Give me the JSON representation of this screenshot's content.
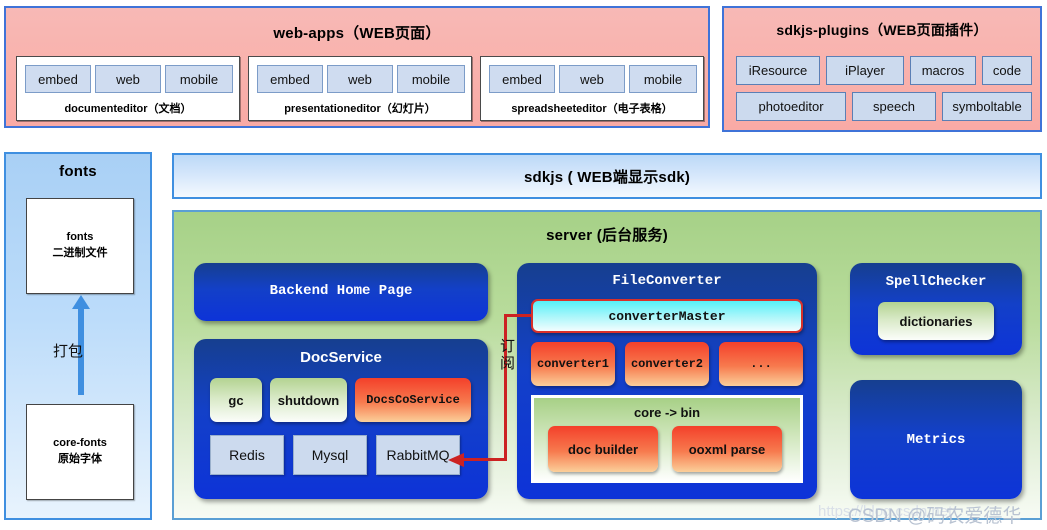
{
  "webapps": {
    "title": "web-apps（WEB页面）",
    "groups": [
      {
        "label": "documenteditor（文档）",
        "chips": [
          "embed",
          "web",
          "mobile"
        ]
      },
      {
        "label": "presentationeditor（幻灯片）",
        "chips": [
          "embed",
          "web",
          "mobile"
        ]
      },
      {
        "label": "spreadsheeteditor（电子表格）",
        "chips": [
          "embed",
          "web",
          "mobile"
        ]
      }
    ]
  },
  "plugins": {
    "title": "sdkjs-plugins（WEB页面插件）",
    "row1": [
      "iResource",
      "iPlayer",
      "macros",
      "code"
    ],
    "row2": [
      "photoeditor",
      "speech",
      "symboltable"
    ]
  },
  "fonts": {
    "title": "fonts",
    "top_box": {
      "line1": "fonts",
      "line2": "二进制文件"
    },
    "arrow_label": "打包",
    "bottom_box": {
      "line1": "core-fonts",
      "line2": "原始字体"
    }
  },
  "sdkjs": {
    "title": "sdkjs ( WEB端显示sdk)"
  },
  "server": {
    "title": "server (后台服务)",
    "backend_home_page": "Backend Home Page",
    "docservice": {
      "title": "DocService",
      "row1": [
        "gc",
        "shutdown",
        "DocsCoService"
      ],
      "row2": [
        "Redis",
        "Mysql",
        "RabbitMQ"
      ]
    },
    "fileconverter": {
      "title": "FileConverter",
      "master": "converterMaster",
      "converters": [
        "converter1",
        "converter2",
        "..."
      ],
      "corebin": {
        "label": "core -> bin",
        "items": [
          "doc builder",
          "ooxml parse"
        ]
      }
    },
    "spellchecker": {
      "title": "SpellChecker",
      "item": "dictionaries"
    },
    "metrics": {
      "title": "Metrics"
    },
    "connector_label": "订阅"
  },
  "watermark": {
    "text": "CSDN @码农爱德华",
    "url": "https://blog.csdn.net"
  },
  "colors": {
    "pink_panel": "#f9b0ab",
    "blue_border": "#3f73d8",
    "green_panel": "#a6d187",
    "deep_blue_box": "#0d33d8",
    "red_connector": "#cc2222",
    "chip_blue": "#cfdcf0"
  }
}
